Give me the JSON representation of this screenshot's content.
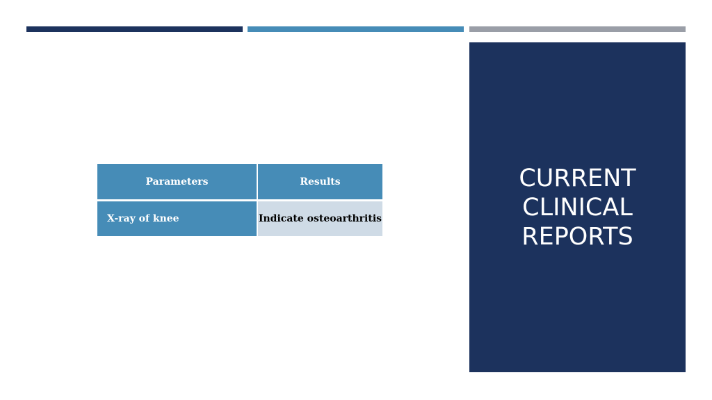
{
  "decor": {
    "bars": [
      {
        "color": "#1c325d"
      },
      {
        "color": "#468cb7"
      },
      {
        "color": "#9a9ea7"
      }
    ]
  },
  "panel": {
    "title_lines": [
      "CURRENT",
      "CLINICAL",
      "REPORTS"
    ],
    "background": "#1c325d"
  },
  "table": {
    "headers": [
      "Parameters",
      "Results"
    ],
    "rows": [
      [
        "X-ray of knee",
        "Indicate osteoarthritis"
      ]
    ]
  }
}
